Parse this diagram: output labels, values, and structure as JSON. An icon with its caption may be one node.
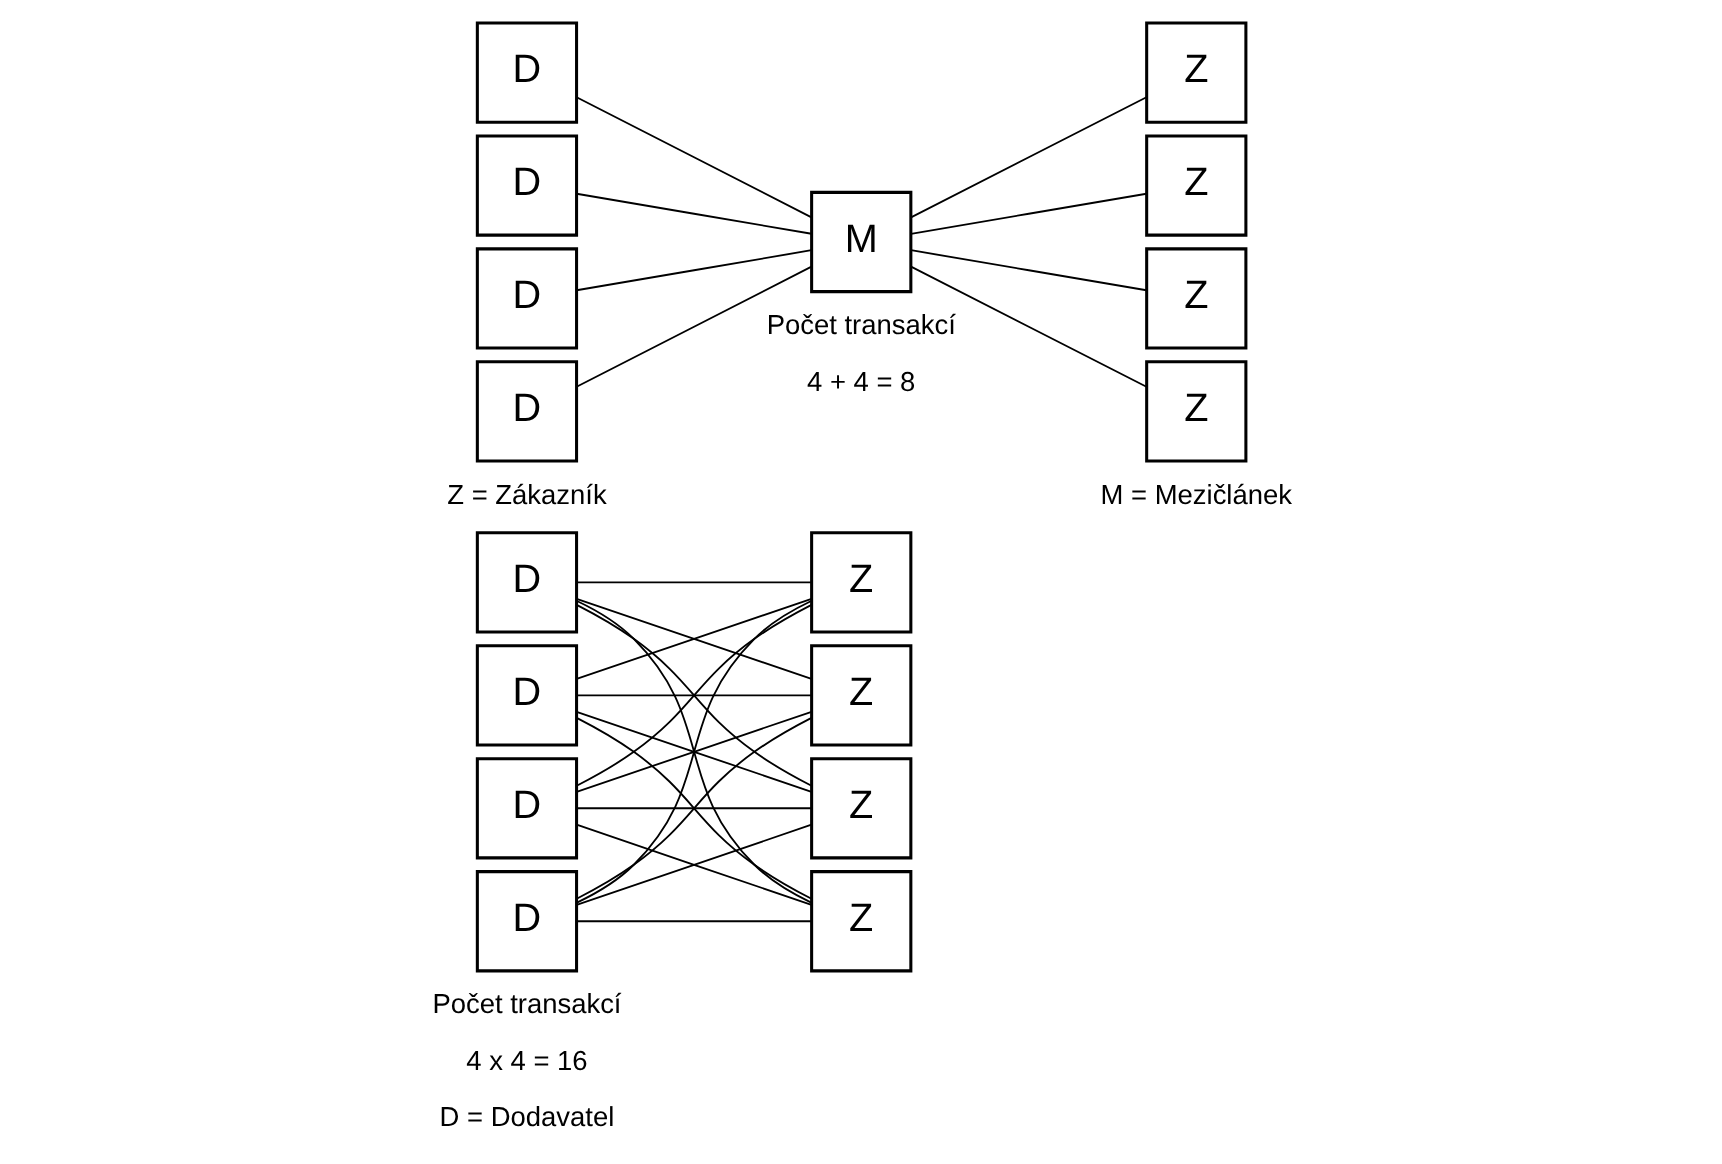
{
  "diagram": {
    "nodes": [
      {
        "text": [
          "D"
        ]
      },
      {
        "text": [
          "D"
        ]
      },
      {
        "text": [
          "D"
        ]
      },
      {
        "text": [
          "D"
        ]
      },
      {
        "text": [
          "Z"
        ]
      },
      {
        "text": [
          "Z"
        ]
      },
      {
        "text": [
          "Z"
        ]
      },
      {
        "text": [
          "Z"
        ]
      },
      {
        "text": [
          "D"
        ]
      },
      {
        "text": [
          "D"
        ]
      },
      {
        "text": [
          "D"
        ]
      },
      {
        "text": [
          "D"
        ]
      },
      {
        "text": [
          "M"
        ]
      },
      {
        "text": [
          "Z"
        ]
      },
      {
        "text": [
          "Z"
        ]
      },
      {
        "text": [
          "Z"
        ]
      },
      {
        "text": [
          "Z"
        ]
      }
    ],
    "edges": [
      {
        "from": 0,
        "to": 4,
        "arrow": "none"
      },
      {
        "from": 0,
        "to": 5,
        "arrow": "none"
      },
      {
        "from": 0,
        "to": 6,
        "arrow": "none"
      },
      {
        "from": 0,
        "to": 7,
        "arrow": "none"
      },
      {
        "from": 1,
        "to": 4,
        "arrow": "none"
      },
      {
        "from": 1,
        "to": 5,
        "arrow": "none"
      },
      {
        "from": 1,
        "to": 6,
        "arrow": "none"
      },
      {
        "from": 1,
        "to": 7,
        "arrow": "none"
      },
      {
        "from": 2,
        "to": 4,
        "arrow": "none"
      },
      {
        "from": 2,
        "to": 5,
        "arrow": "none"
      },
      {
        "from": 2,
        "to": 6,
        "arrow": "none"
      },
      {
        "from": 2,
        "to": 7,
        "arrow": "none"
      },
      {
        "from": 3,
        "to": 4,
        "arrow": "none"
      },
      {
        "from": 3,
        "to": 5,
        "arrow": "none"
      },
      {
        "from": 3,
        "to": 6,
        "arrow": "none"
      },
      {
        "from": 3,
        "to": 7,
        "arrow": "none"
      },
      {
        "from": 8,
        "to": 12,
        "arrow": "none"
      },
      {
        "from": 9,
        "to": 12,
        "arrow": "none"
      },
      {
        "from": 10,
        "to": 12,
        "arrow": "none"
      },
      {
        "from": 11,
        "to": 12,
        "arrow": "none"
      },
      {
        "from": 12,
        "to": 13,
        "arrow": "none"
      },
      {
        "from": 12,
        "to": 14,
        "arrow": "none"
      },
      {
        "from": 12,
        "to": 15,
        "arrow": "none"
      },
      {
        "from": 12,
        "to": 16,
        "arrow": "none"
      }
    ],
    "labels": [
      "Počet transakcí",
      "4 x 4 = 16",
      "Počet transakcí",
      "4 + 4 = 8",
      "D = Dodavatel",
      "Z = Zákazník",
      "M = Mezičlánek"
    ]
  }
}
